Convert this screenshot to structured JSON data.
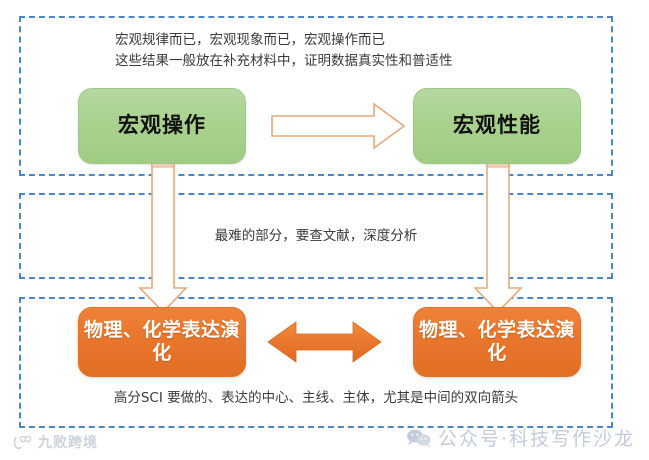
{
  "panels": {
    "top": {
      "name": "macro-level-panel"
    },
    "middle": {
      "name": "analysis-panel"
    },
    "bottom": {
      "name": "micro-expression-panel"
    }
  },
  "captions": {
    "top": "宏观规律而已，宏观现象而已，宏观操作而已\n这些结果一般放在补充材料中，证明数据真实性和普适性",
    "middle": "最难的部分，要查文献，深度分析",
    "bottom": "高分SCI 要做的、表达的中心、主线、主体，尤其是中间的双向箭头"
  },
  "nodes": {
    "macro_operation": "宏观操作",
    "macro_property": "宏观性能",
    "evolution_left": "物理、化学表达演化",
    "evolution_right": "物理、化学表达演化"
  },
  "arrows": {
    "top_horizontal": "hollow-right-arrow",
    "left_vertical": "hollow-down-arrow",
    "right_vertical": "hollow-down-arrow",
    "bottom_double": "solid-double-arrow"
  },
  "watermarks": {
    "left": "九败跨境",
    "right": "公众号·科技写作沙龙"
  },
  "colors": {
    "panel_border": "#4a86c8",
    "green_fill": "#a9d18e",
    "orange_fill": "#e8762c",
    "arrow_outline": "#e8a87c",
    "text": "#3a3a3a"
  }
}
